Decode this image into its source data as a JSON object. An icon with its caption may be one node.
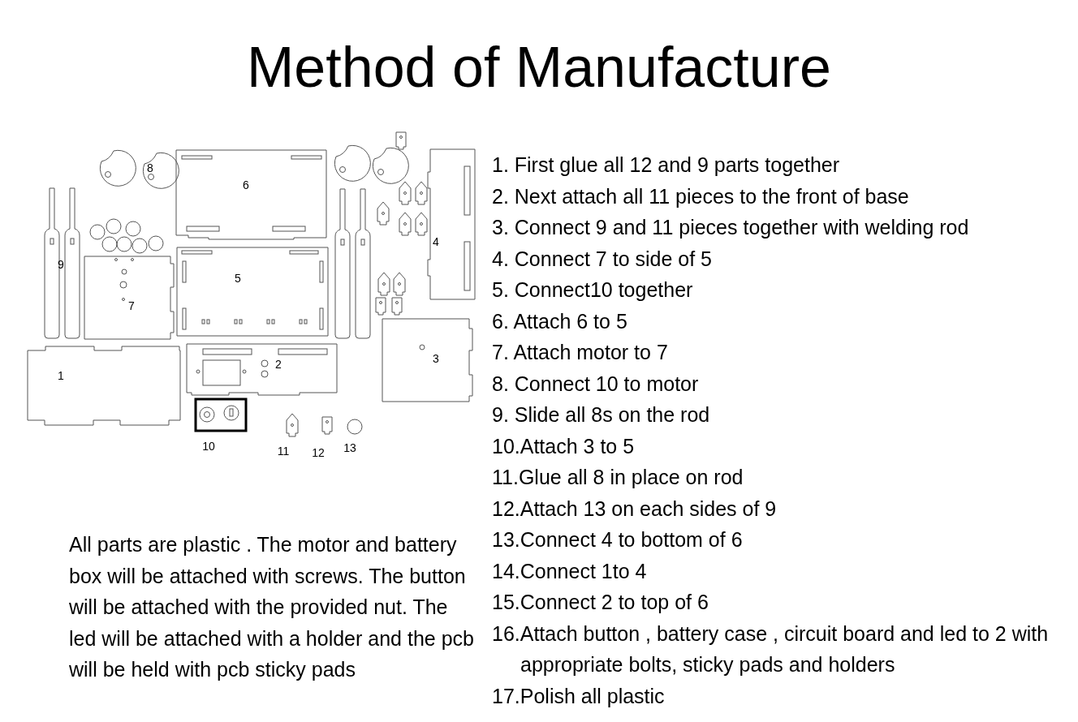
{
  "diagram": {
    "title": "Method of Manufacture",
    "labels": [
      "8",
      "6",
      "4",
      "9",
      "5",
      "7",
      "2",
      "3",
      "1",
      "10",
      "11",
      "12",
      "13",
      "1. First glue all 12 and 9 parts together",
      "2. Next attach all 11 pieces to the front of base",
      "3. Connect 9 and 11 pieces together with welding rod",
      "4. Connect 7 to side of 5",
      "5. Connect10 together",
      "6. Attach 6 to 5",
      "7. Attach motor to 7",
      "8. Connect 10 to motor",
      "9. Slide all 8s on the rod",
      "10.Attach 3 to 5",
      "11.Glue all 8 in place on rod",
      "12.Attach 13 on each sides of 9",
      "13.Connect 4 to bottom of 6",
      "14.Connect 1to 4",
      "15.Connect 2 to top of 6",
      "16.Attach button , battery case , circuit board and led to 2 with appropriate bolts, sticky pads and holders",
      "17.Polish all plastic",
      "All parts are plastic . The motor and battery box will be attached with screws. The button will be attached with the provided nut. The led will be attached with a holder and the pcb will be held with pcb sticky pads"
    ]
  }
}
